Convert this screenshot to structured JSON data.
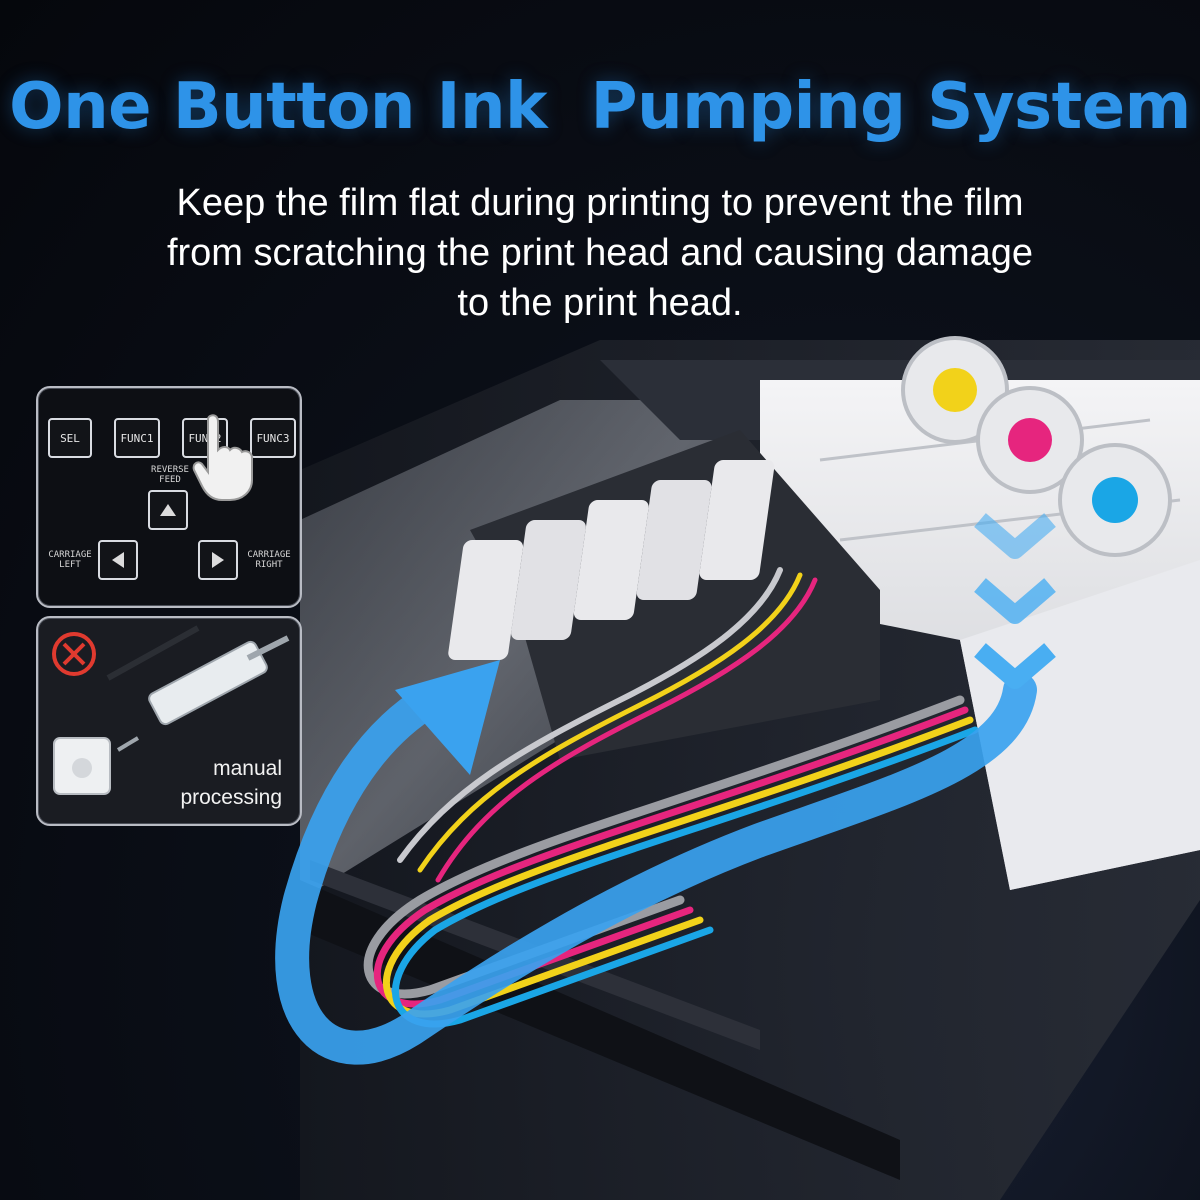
{
  "headline": "One Button Ink  Pumping System",
  "subtext": "Keep the film flat during printing to prevent the film from scratching the print head and causing damage to the print head.",
  "control_panel": {
    "keys": [
      "SEL",
      "FUNC1",
      "FUNC2",
      "FUNC3"
    ],
    "reverse_feed_label": "REVERSE\nFEED",
    "carriage_left_label": "CARRIAGE\nLEFT",
    "carriage_right_label": "CARRIAGE\nRIGHT"
  },
  "manual_panel": {
    "label": "manual\nprocessing"
  },
  "ink_colors": {
    "cyan": "#1aa6e6",
    "magenta": "#e6257e",
    "yellow": "#f2d21a",
    "arrow_blue": "#3aa2ef"
  },
  "icons": [
    "hand-pointer-icon",
    "up-triangle-icon",
    "left-triangle-icon",
    "right-triangle-icon",
    "prohibited-icon",
    "syringe-icon",
    "ink-damper-icon",
    "flow-arrow-icon",
    "down-chevron-icon"
  ]
}
